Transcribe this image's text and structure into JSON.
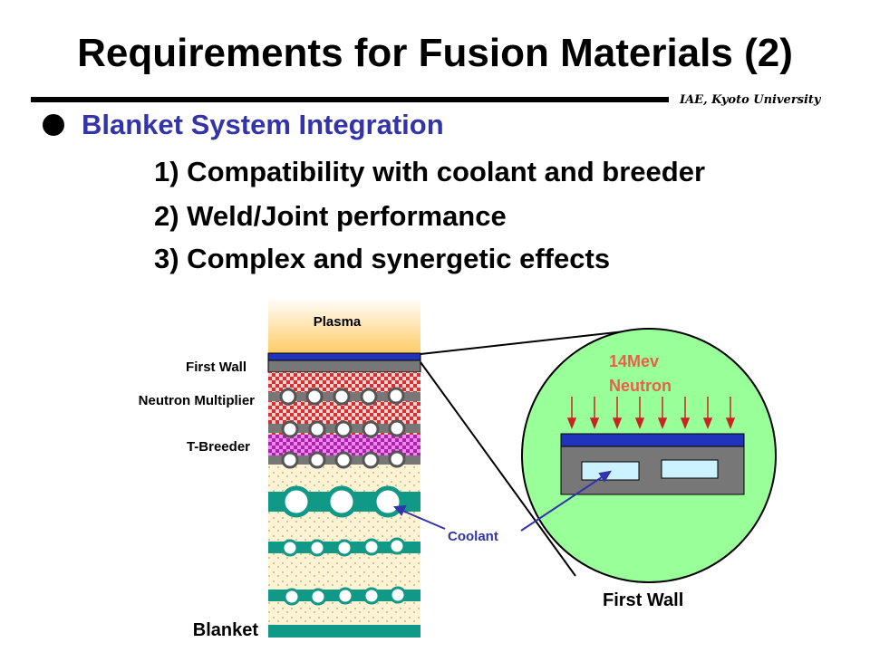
{
  "title": "Requirements for Fusion Materials (2)",
  "affiliation": "IAE, Kyoto University",
  "section": {
    "bullet": "Blanket System Integration",
    "items": [
      "1) Compatibility with coolant and breeder",
      "2) Weld/Joint performance",
      "3) Complex and synergetic effects"
    ]
  },
  "diagram": {
    "plasma_label": "Plasma",
    "first_wall_label": "First Wall",
    "neutron_multiplier_label": "Neutron Multiplier",
    "t_breeder_label": "T-Breeder",
    "blanket_label": "Blanket",
    "coolant_label": "Coolant",
    "neutron_label_line1": "14Mev",
    "neutron_label_line2": "Neutron",
    "detail_first_wall_label": "First Wall"
  },
  "colors": {
    "bullet_text": "#3333aa",
    "neutron_text": "#e8604c",
    "coolant_text": "#3333aa",
    "circle_fill": "#99ff99",
    "teal_band": "#119988",
    "wall_blue": "#2233bb",
    "wall_grey": "#777777",
    "multiplier_red": "#cc3333",
    "breeder_purple": "#aa22aa",
    "plasma_top": "#ffffff",
    "plasma_bottom": "#ffcc66"
  }
}
